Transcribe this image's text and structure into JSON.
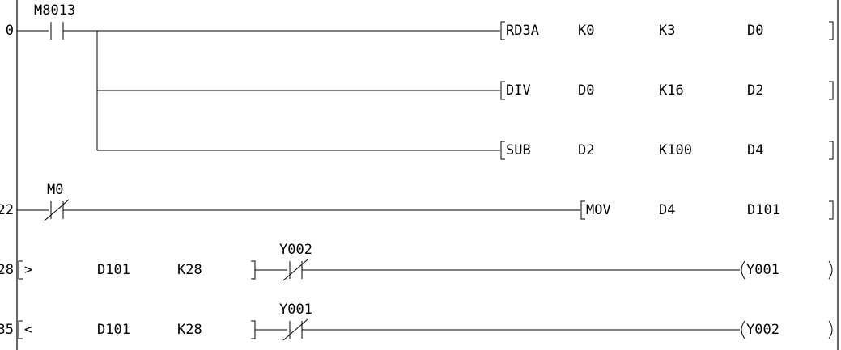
{
  "rungs": [
    {
      "step": "0",
      "contacts": [
        {
          "type": "NO",
          "label": "M8013"
        }
      ],
      "instructions": [
        {
          "op": "RD3A",
          "args": [
            "K0",
            "K3",
            "D0"
          ]
        },
        {
          "op": "DIV",
          "args": [
            "D0",
            "K16",
            "D2"
          ]
        },
        {
          "op": "SUB",
          "args": [
            "D2",
            "K100",
            "D4"
          ]
        }
      ]
    },
    {
      "step": "22",
      "contacts": [
        {
          "type": "NC",
          "label": "M0"
        }
      ],
      "instructions": [
        {
          "op": "MOV",
          "args": [
            "D4",
            "D101"
          ]
        }
      ]
    },
    {
      "step": "28",
      "compare": {
        "op": ">",
        "args": [
          "D101",
          "K28"
        ]
      },
      "contacts": [
        {
          "type": "NC",
          "label": "Y002"
        }
      ],
      "coil": "Y001"
    },
    {
      "step": "35",
      "compare": {
        "op": "<",
        "args": [
          "D101",
          "K28"
        ]
      },
      "contacts": [
        {
          "type": "NC",
          "label": "Y001"
        }
      ],
      "coil": "Y002"
    }
  ]
}
